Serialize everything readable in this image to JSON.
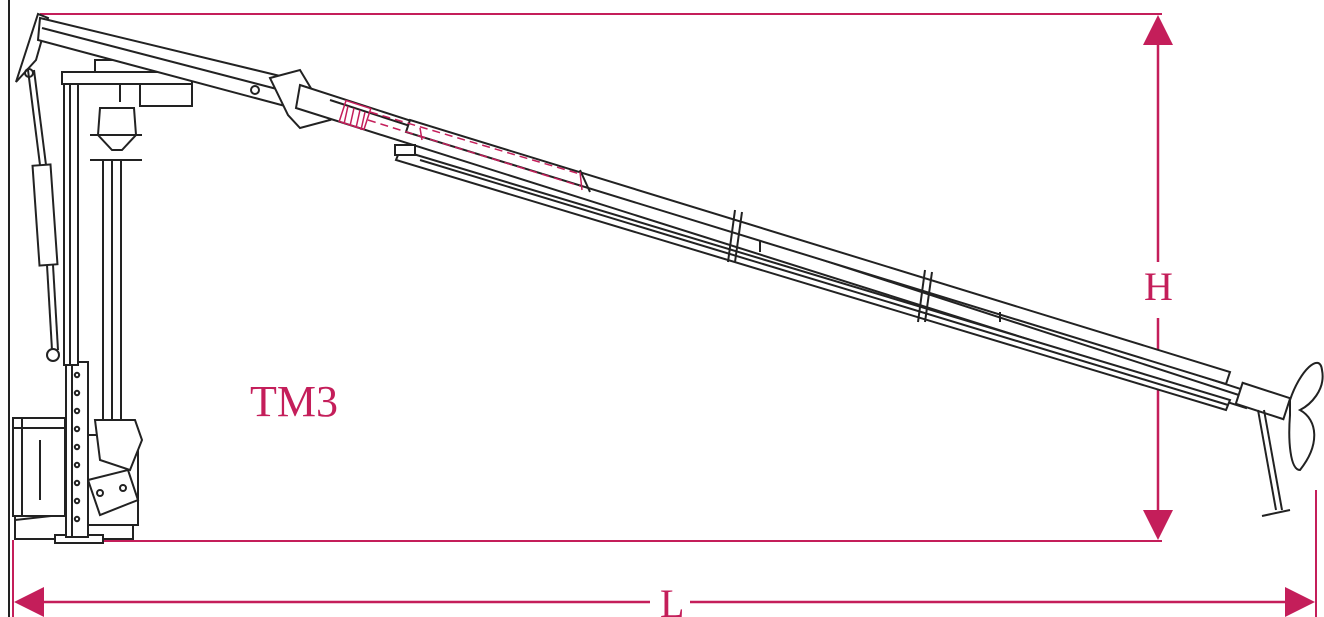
{
  "diagram": {
    "model_label": "TM3",
    "height_label": "H",
    "length_label": "L"
  },
  "colors": {
    "dimension": "#c41e5a",
    "line": "#222222",
    "background": "#ffffff"
  }
}
